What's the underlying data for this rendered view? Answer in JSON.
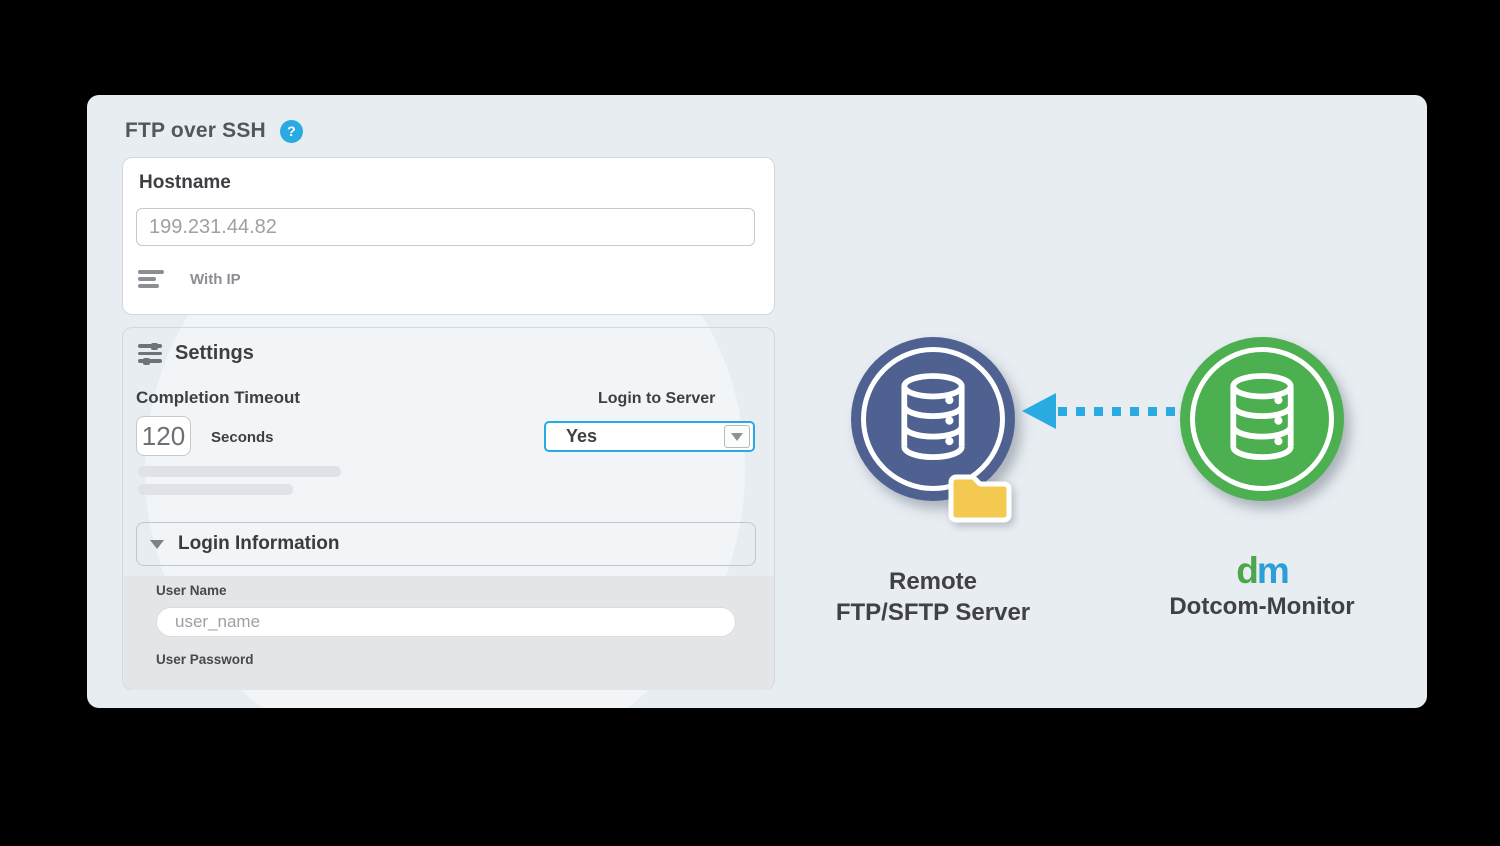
{
  "page": {
    "title": "FTP over SSH",
    "help_icon": "?"
  },
  "hostname_card": {
    "heading": "Hostname",
    "input_placeholder": "199.231.44.82",
    "hint": "With IP"
  },
  "settings_card": {
    "heading": "Settings",
    "completion_timeout": {
      "label": "Completion Timeout",
      "value": "120",
      "unit": "Seconds"
    },
    "login_to_server": {
      "label": "Login to Server",
      "value": "Yes"
    },
    "login_information": {
      "heading": "Login Information",
      "user_name_label": "User Name",
      "user_name_placeholder": "user_name",
      "user_password_label": "User Password"
    }
  },
  "illustration": {
    "remote_label_line1": "Remote",
    "remote_label_line2": "FTP/SFTP Server",
    "logo_d": "d",
    "logo_m": "m",
    "brand_label": "Dotcom-Monitor"
  },
  "colors": {
    "accent-blue": "#29abe2",
    "panel-bg": "#e8edf2",
    "circle-decor": "#f2f5f8",
    "card-border": "#d3d8dd",
    "text-dark": "#3e3f43",
    "text-gray": "#8b8e92",
    "placeholder": "#9da0a4",
    "skeleton": "#dfe3e8",
    "gray-area": "#e3e5e9",
    "server-blue": "#4e6190",
    "brand-green": "#4caf50",
    "folder-yellow": "#f4c94f",
    "logo-green": "#4da54d",
    "logo-blue": "#2d9fd8"
  }
}
